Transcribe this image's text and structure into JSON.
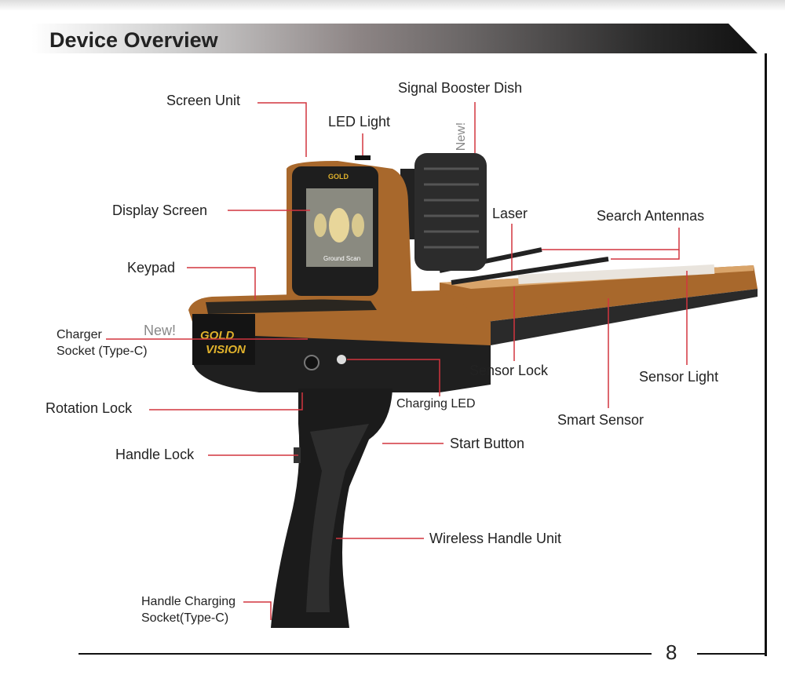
{
  "header": {
    "title": "Device Overview"
  },
  "labels": {
    "screen_unit": "Screen Unit",
    "signal_booster_dish": "Signal Booster Dish",
    "new_dish": "New!",
    "led_light": "LED Light",
    "display_screen": "Display Screen",
    "laser": "Laser",
    "search_antennas": "Search Antennas",
    "keypad": "Keypad",
    "charger_socket_1": "Charger",
    "charger_socket_2": "Socket (Type-C)",
    "new_charger": "New!",
    "sensor_lock": "Sensor Lock",
    "sensor_light": "Sensor Light",
    "rotation_lock": "Rotation Lock",
    "charging_led": "Charging LED",
    "smart_sensor": "Smart Sensor",
    "start_button": "Start Button",
    "handle_lock": "Handle Lock",
    "wireless_handle_unit": "Wireless Handle Unit",
    "handle_charging_1": "Handle Charging",
    "handle_charging_2": "Socket(Type-C)"
  },
  "device": {
    "brand_logo": "GOLD VISION",
    "screen_text": "Ground Scan"
  },
  "colors": {
    "leader": "#d2353f",
    "body": "#a8682c",
    "dark": "#1c1c1c"
  },
  "footer": {
    "page_number": "8"
  }
}
